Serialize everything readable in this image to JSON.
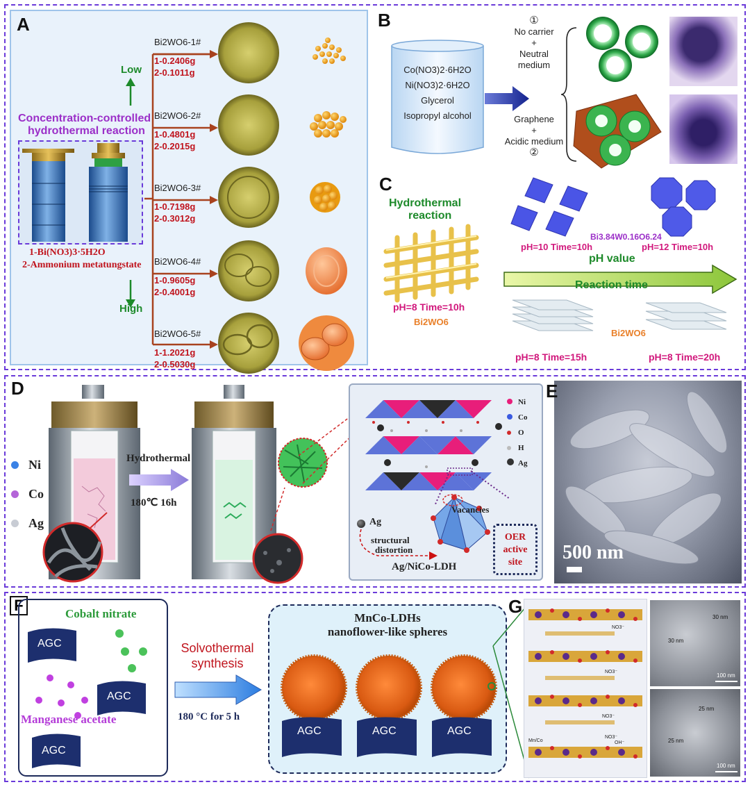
{
  "panel_a": {
    "letter": "A",
    "low": "Low",
    "high": "High",
    "title_line1": "Concentration-controlled",
    "title_line2": "hydrothermal reaction",
    "reagent1": "1-Bi(NO3)3·5H2O",
    "reagent2": "2-Ammonium metatungstate",
    "samples": [
      {
        "name": "Bi2WO6-1#",
        "m1": "1-0.2406g",
        "m2": "2-0.1011g"
      },
      {
        "name": "Bi2WO6-2#",
        "m1": "1-0.4801g",
        "m2": "2-0.2015g"
      },
      {
        "name": "Bi2WO6-3#",
        "m1": "1-0.7198g",
        "m2": "2-0.3012g"
      },
      {
        "name": "Bi2WO6-4#",
        "m1": "1-0.9605g",
        "m2": "2-0.4001g"
      },
      {
        "name": "Bi2WO6-5#",
        "m1": "1-1.2021g",
        "m2": "2-0.5030g"
      }
    ]
  },
  "panel_b": {
    "letter": "B",
    "beaker_items": [
      "Co(NO3)2·6H2O",
      "Ni(NO3)2·6H2O",
      "Glycerol",
      "Isopropyl alcohol"
    ],
    "route1_num": "①",
    "route1_a": "No carrier",
    "route1_plus": "+",
    "route1_b": "Neutral medium",
    "route2_a": "Graphene",
    "route2_plus": "+",
    "route2_b": "Acidic medium",
    "route2_num": "②"
  },
  "panel_c": {
    "letter": "C",
    "title_line1": "Hydrothermal",
    "title_line2": "reaction",
    "start_label": "pH=8 Time=10h",
    "start_compound": "Bi2WO6",
    "compound_top": "Bi3.84W0.16O6.24",
    "top1": "pH=10 Time=10h",
    "top2": "pH=12 Time=10h",
    "arrow_top": "pH value",
    "arrow_bottom": "Reaction time",
    "bottom_compound": "Bi2WO6",
    "bottom1": "pH=8 Time=15h",
    "bottom2": "pH=8 Time=20h"
  },
  "panel_d": {
    "letter": "D",
    "legend": [
      "Ni",
      "Co",
      "Ag"
    ],
    "step_label": "Hydrothermal",
    "conditions": "180℃  16h",
    "struct_legend": [
      "Ni",
      "Co",
      "O",
      "H",
      "Ag"
    ],
    "vacancies": "Vacancies",
    "ag_label": "Ag",
    "distortion_line1": "structural",
    "distortion_line2": "distortion",
    "oer_line1": "OER",
    "oer_line2": "active",
    "oer_line3": "site",
    "product": "Ag/NiCo-LDH"
  },
  "panel_e": {
    "letter": "E",
    "scale": "500 nm"
  },
  "panel_f": {
    "letter": "F",
    "cobalt": "Cobalt nitrate",
    "manganese": "Manganese acetate",
    "agc": "AGC",
    "step_line1": "Solvothermal",
    "step_line2": "synthesis",
    "conditions": "180 °C for 5 h",
    "product_line1": "MnCo-LDHs",
    "product_line2": "nanoflower-like spheres"
  },
  "panel_g": {
    "letter": "G",
    "ion1": "NO3⁻",
    "ion2": "NO3⁻",
    "ion3": "NO3⁻",
    "ion4": "NO3⁻",
    "mnco": "Mn/Co",
    "oh": "OH⁻",
    "top_sizes": [
      "30 nm",
      "30 nm"
    ],
    "top_scale": "100 nm",
    "bottom_sizes": [
      "25 nm",
      "25 nm"
    ],
    "bottom_scale": "100 nm"
  }
}
